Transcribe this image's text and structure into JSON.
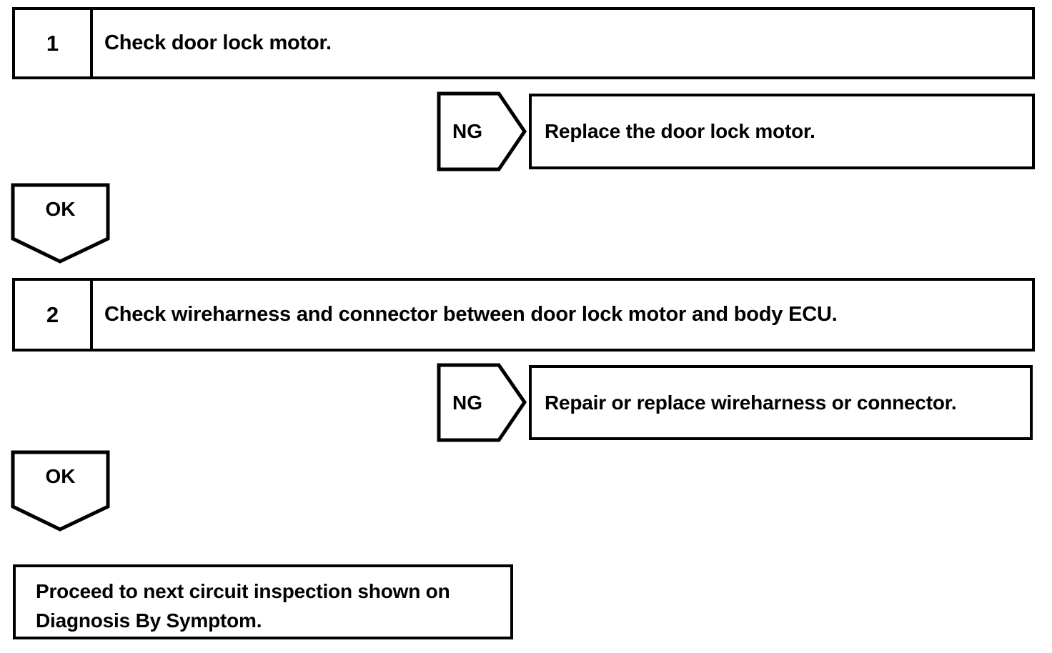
{
  "document": {
    "type": "diagnostic-flowchart",
    "title": "Door lock motor circuit inspection flow"
  },
  "colors": {
    "line": "#000000",
    "background": "#ffffff",
    "text": "#000000"
  },
  "steps": [
    {
      "number": "1",
      "instruction": "Check door lock motor.",
      "ng": {
        "label": "NG",
        "action": "Replace the door lock motor."
      },
      "ok": {
        "label": "OK"
      }
    },
    {
      "number": "2",
      "instruction": "Check wireharness and connector between door lock motor and body ECU.",
      "ng": {
        "label": "NG",
        "action": "Repair or replace wireharness or connector."
      },
      "ok": {
        "label": "OK"
      }
    }
  ],
  "terminal": {
    "line1": "Proceed to next circuit inspection shown on",
    "line2": "Diagnosis By Symptom."
  }
}
